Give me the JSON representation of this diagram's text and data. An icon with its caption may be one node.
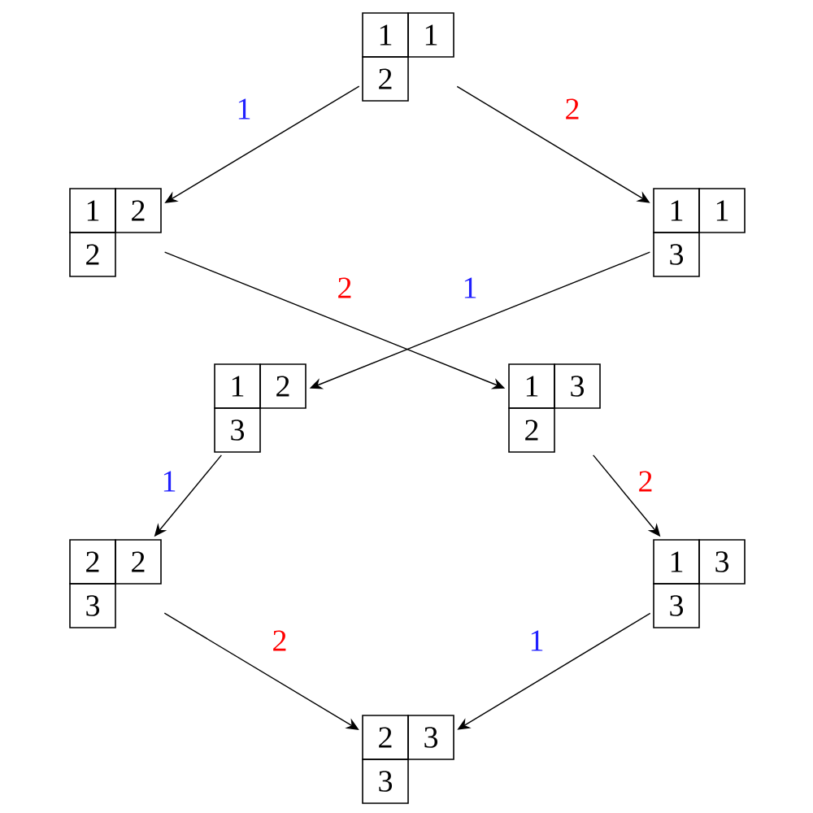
{
  "diagram": {
    "nodes": [
      {
        "text": [
          "1",
          "1",
          "2"
        ]
      },
      {
        "text": [
          "1",
          "2",
          "2"
        ]
      },
      {
        "text": [
          "1",
          "1",
          "3"
        ]
      },
      {
        "text": [
          "1",
          "2",
          "3"
        ]
      },
      {
        "text": [
          "1",
          "3",
          "2"
        ]
      },
      {
        "text": [
          "2",
          "2",
          "3"
        ]
      },
      {
        "text": [
          "1",
          "3",
          "3"
        ]
      },
      {
        "text": [
          "2",
          "3",
          "3"
        ]
      }
    ],
    "edges": [
      {
        "from": 0,
        "to": 1,
        "arrow": "to",
        "label": "1"
      },
      {
        "from": 0,
        "to": 2,
        "arrow": "to",
        "label": "2"
      },
      {
        "from": 1,
        "to": 4,
        "arrow": "to",
        "label": "2"
      },
      {
        "from": 2,
        "to": 3,
        "arrow": "to",
        "label": "1"
      },
      {
        "from": 3,
        "to": 5,
        "arrow": "to",
        "label": "1"
      },
      {
        "from": 4,
        "to": 6,
        "arrow": "to",
        "label": "2"
      },
      {
        "from": 5,
        "to": 7,
        "arrow": "to",
        "label": "2"
      },
      {
        "from": 6,
        "to": 7,
        "arrow": "to",
        "label": "1"
      }
    ]
  }
}
